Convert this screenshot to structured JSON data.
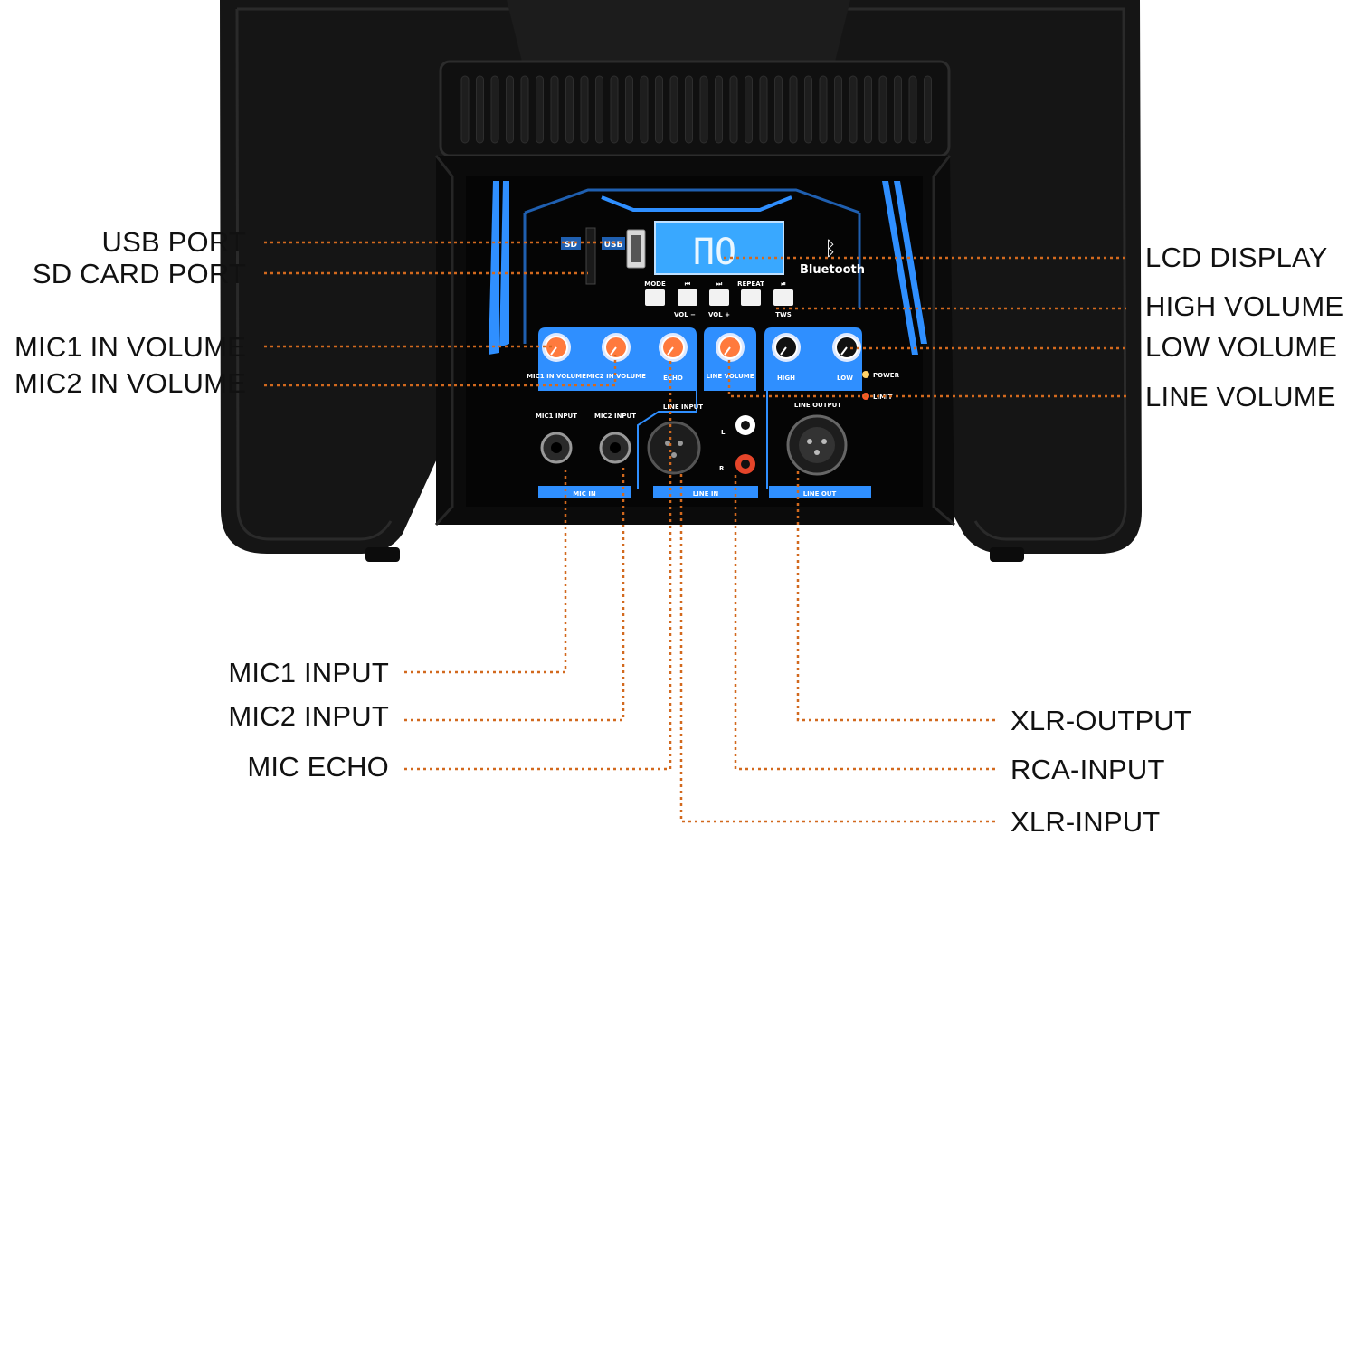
{
  "colors": {
    "leader": "#d2691e",
    "accent_blue": "#2f8fff",
    "body": "#161616",
    "lcd": "#39a8ff"
  },
  "callouts": {
    "usb_port": "USB PORT",
    "sd_card_port": "SD CARD PORT",
    "mic1_in_volume": "MIC1 IN VOLUME",
    "mic2_in_volume": "MIC2 IN VOLUME",
    "lcd_display": "LCD DISPLAY",
    "high_volume": "HIGH VOLUME",
    "low_volume": "LOW VOLUME",
    "line_volume": "LINE VOLUME",
    "mic1_input": "MIC1 INPUT",
    "mic2_input": "MIC2 INPUT",
    "mic_echo": "MIC ECHO",
    "xlr_output": "XLR-OUTPUT",
    "rca_input": "RCA-INPUT",
    "xlr_input": "XLR-INPUT"
  },
  "panel": {
    "lcd_text": "ПО",
    "bluetooth": "Bluetooth",
    "sd": "SD",
    "usb": "USB",
    "buttons": [
      "MODE",
      "⏮",
      "⏭",
      "REPEAT",
      "⏯"
    ],
    "vol_minus": "VOL −",
    "vol_plus": "VOL +",
    "tws": "TWS",
    "knob_labels": {
      "mic1": "MIC1 IN VOLUME",
      "mic2": "MIC2 IN VOLUME",
      "echo": "ECHO",
      "line": "LINE VOLUME",
      "high": "HIGH",
      "low": "LOW"
    },
    "power": "POWER",
    "limit": "LIMIT",
    "mic1_input": "MIC1 INPUT",
    "mic2_input": "MIC2 INPUT",
    "line_input": "LINE INPUT",
    "line_output": "LINE OUTPUT",
    "l": "L",
    "r": "R",
    "section_mic_in": "MIC IN",
    "section_line_in": "LINE IN",
    "section_line_out": "LINE OUT"
  }
}
